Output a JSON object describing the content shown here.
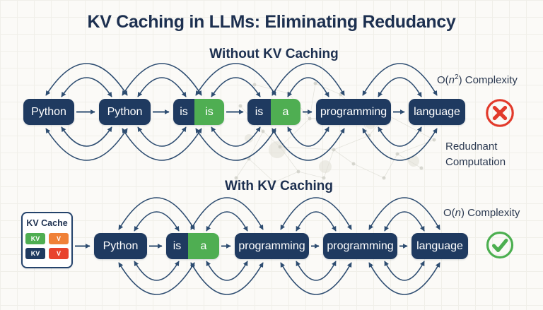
{
  "title": "KV Caching in LLMs: Eliminating Redudancy",
  "sections": {
    "without": {
      "heading": "Without KV Caching",
      "tokens": [
        {
          "segments": [
            {
              "text": "Python",
              "color": "navy"
            }
          ]
        },
        {
          "segments": [
            {
              "text": "Python",
              "color": "navy"
            }
          ]
        },
        {
          "segments": [
            {
              "text": "is",
              "color": "navy"
            },
            {
              "text": "is",
              "color": "green"
            }
          ]
        },
        {
          "segments": [
            {
              "text": "is",
              "color": "navy"
            },
            {
              "text": "a",
              "color": "green"
            }
          ]
        },
        {
          "segments": [
            {
              "text": "programming",
              "color": "navy"
            }
          ]
        },
        {
          "segments": [
            {
              "text": "language",
              "color": "navy"
            }
          ]
        }
      ],
      "complexity": {
        "prefix": "O(",
        "variable": "n",
        "superscript": "2",
        "suffix": ") Complexity"
      },
      "note": "Redudnant Computation",
      "status": "error"
    },
    "with": {
      "heading": "With KV Caching",
      "tokens": [
        {
          "segments": [
            {
              "text": "Python",
              "color": "navy"
            }
          ]
        },
        {
          "segments": [
            {
              "text": "is",
              "color": "navy"
            },
            {
              "text": "a",
              "color": "green"
            }
          ]
        },
        {
          "segments": [
            {
              "text": "programming",
              "color": "navy"
            }
          ]
        },
        {
          "segments": [
            {
              "text": "programming",
              "color": "navy"
            }
          ]
        },
        {
          "segments": [
            {
              "text": "language",
              "color": "navy"
            }
          ]
        }
      ],
      "complexity": {
        "prefix": "O(",
        "variable": "n",
        "superscript": "",
        "suffix": ") Complexity"
      },
      "status": "success"
    }
  },
  "kv_cache": {
    "title": "KV Cache",
    "cells": [
      {
        "text": "KV",
        "color": "green"
      },
      {
        "text": "V",
        "color": "orange"
      },
      {
        "text": "KV",
        "color": "navy"
      },
      {
        "text": "V",
        "color": "red"
      }
    ]
  },
  "colors": {
    "token_navy": "#1f3a60",
    "token_green": "#4fae52",
    "cell_orange": "#f08138",
    "cell_red": "#e8432d",
    "arrow_navy": "#2e4d71",
    "error_red": "#e23a2b",
    "success_green": "#4caf50",
    "heading_text": "#1d3050"
  }
}
